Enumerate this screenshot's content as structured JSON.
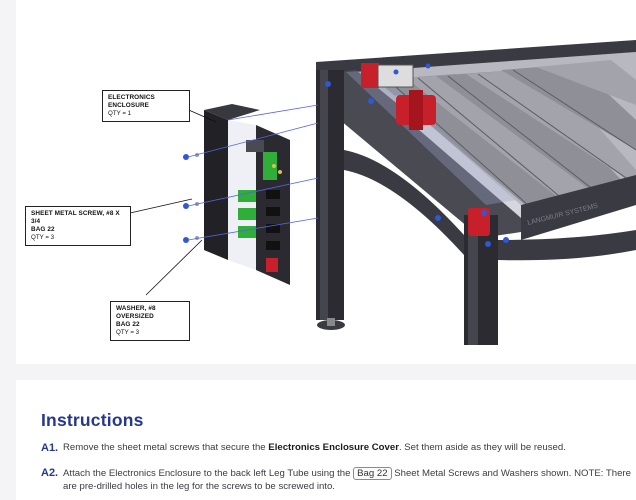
{
  "figure": {
    "callouts": [
      {
        "id": "electronics",
        "title_lines": [
          "ELECTRONICS ENCLOSURE"
        ],
        "qty": "QTY = 1"
      },
      {
        "id": "screw",
        "title_lines": [
          "SHEET METAL SCREW, #8 X 3/4",
          "BAG 22"
        ],
        "qty": "QTY = 3"
      },
      {
        "id": "washer",
        "title_lines": [
          "WASHER, #8 OVERSIZED",
          "BAG 22"
        ],
        "qty": "QTY = 3"
      }
    ],
    "brand_watermark": "LANGMUIR SYSTEMS"
  },
  "instructions": {
    "title": "Instructions",
    "steps": [
      {
        "num": "A1.",
        "pre": "Remove the sheet metal screws that secure the ",
        "bold": "Electronics Enclosure Cover",
        "post": ". Set them aside as they will be reused."
      },
      {
        "num": "A2.",
        "pre": "Attach the Electronics Enclosure to the back left Leg Tube using the ",
        "tag": "Bag 22",
        "post": " Sheet Metal Screws and Washers shown. NOTE: There are pre-drilled holes in the leg for the screws to be screwed into."
      }
    ]
  },
  "colors": {
    "accent": "#24388f",
    "frame": "#2a2a30",
    "slat": "#9b9ba3",
    "red": "#c8202a",
    "green": "#2fae3a"
  }
}
